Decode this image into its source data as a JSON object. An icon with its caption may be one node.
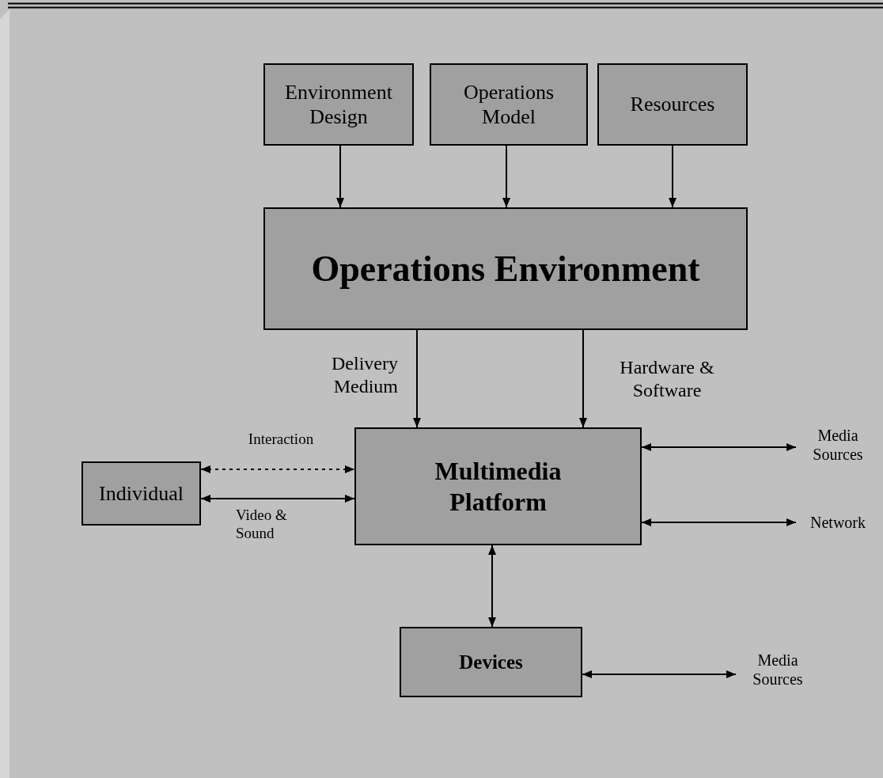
{
  "diagram": {
    "nodes": [
      {
        "text": [
          "Environment Design"
        ]
      },
      {
        "text": [
          "Operations Model"
        ]
      },
      {
        "text": [
          "Resources"
        ]
      },
      {
        "text": [
          "Operations Environment"
        ]
      },
      {
        "text": [
          "Multimedia Platform"
        ]
      },
      {
        "text": [
          "Individual"
        ]
      },
      {
        "text": [
          "Devices"
        ]
      },
      {
        "text": [
          "Media Sources"
        ]
      },
      {
        "text": [
          "Network"
        ]
      },
      {
        "text": [
          "Media Sources"
        ]
      }
    ],
    "edges": [
      {
        "from": 0,
        "to": 3,
        "arrow": "to"
      },
      {
        "from": 1,
        "to": 3,
        "arrow": "to"
      },
      {
        "from": 2,
        "to": 3,
        "arrow": "to"
      },
      {
        "from": 3,
        "to": 4,
        "arrow": "to",
        "label": "Delivery Medium"
      },
      {
        "from": 3,
        "to": 4,
        "arrow": "to",
        "label": "Hardware & Software"
      },
      {
        "from": 5,
        "to": 4,
        "arrow": "both",
        "label": "Interaction",
        "style": "dashed"
      },
      {
        "from": 5,
        "to": 4,
        "arrow": "both",
        "label": "Video & Sound"
      },
      {
        "from": 4,
        "to": 7,
        "arrow": "both"
      },
      {
        "from": 4,
        "to": 8,
        "arrow": "both"
      },
      {
        "from": 4,
        "to": 6,
        "arrow": "both"
      },
      {
        "from": 6,
        "to": 9,
        "arrow": "both"
      }
    ]
  }
}
